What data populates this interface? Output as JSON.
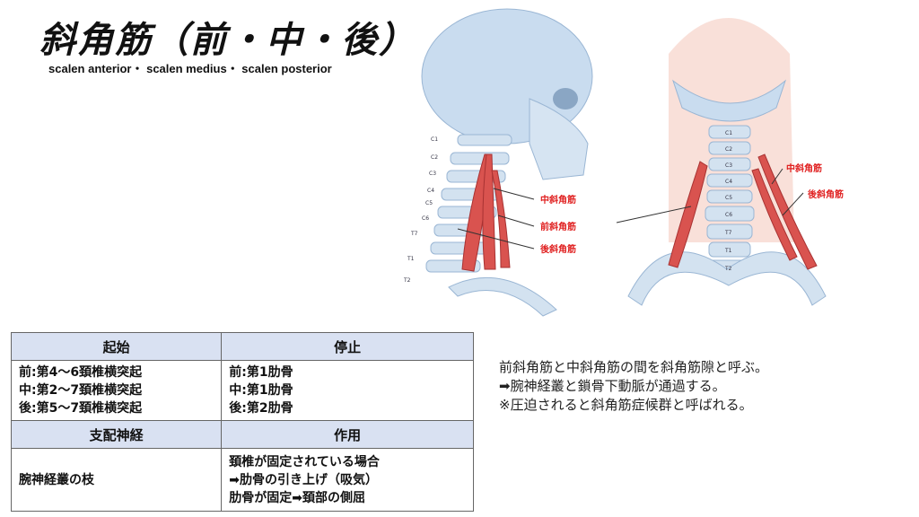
{
  "title": "斜角筋（前・中・後）",
  "subtitle": "scalen anterior・ scalen medius・ scalen posterior",
  "illustration": {
    "side_labels": [
      "中斜角筋",
      "前斜角筋",
      "後斜角筋"
    ],
    "front_labels": [
      "中斜角筋",
      "後斜角筋"
    ],
    "side_vertebrae": [
      "C1",
      "C2",
      "C3",
      "C4",
      "C5",
      "C6",
      "T7",
      "T1",
      "T2"
    ],
    "front_vertebrae": [
      "C1",
      "C2",
      "C3",
      "C4",
      "C5",
      "C6",
      "T7",
      "T1",
      "T2"
    ],
    "muscle_color": "#d9534f"
  },
  "table": {
    "headers1": [
      "起始",
      "停止"
    ],
    "origin": [
      "前:第4～6頚椎横突起",
      "中:第2～7頚椎横突起",
      "後:第5～7頚椎横突起"
    ],
    "insertion": [
      "前:第1肋骨",
      "中:第1肋骨",
      "後:第2肋骨"
    ],
    "headers2": [
      "支配神経",
      "作用"
    ],
    "nerve": "腕神経叢の枝",
    "action": [
      "頚椎が固定されている場合",
      "➡肋骨の引き上げ（吸気）",
      "肋骨が固定➡頚部の側屈"
    ]
  },
  "note": [
    "前斜角筋と中斜角筋の間を斜角筋隙と呼ぶ。",
    "➡腕神経叢と鎖骨下動脈が通過する。",
    "※圧迫されると斜角筋症候群と呼ばれる。"
  ]
}
